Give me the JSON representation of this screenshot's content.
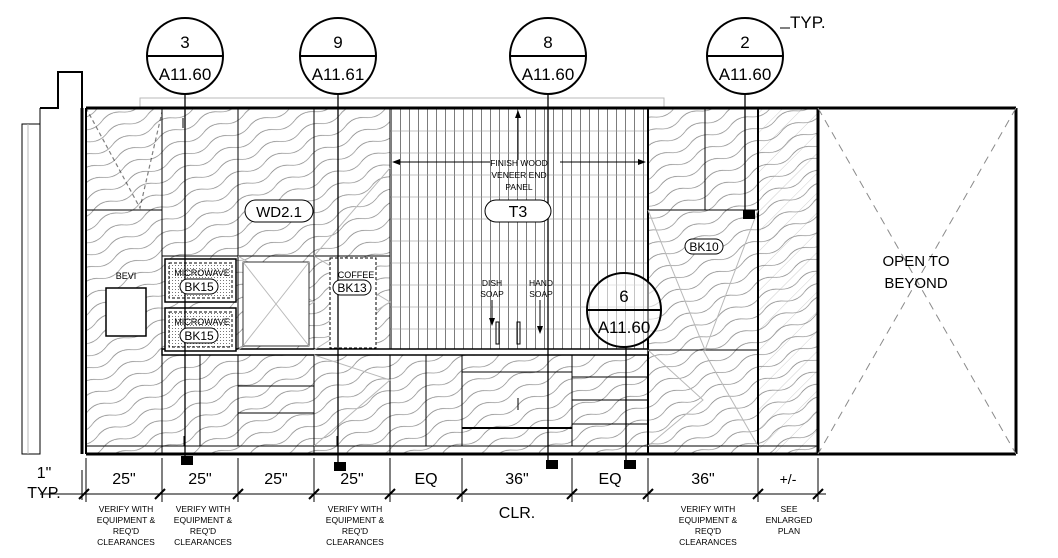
{
  "note_typ_top": "TYP.",
  "section_marks": [
    {
      "num": "3",
      "sheet": "A11.60"
    },
    {
      "num": "9",
      "sheet": "A11.61"
    },
    {
      "num": "8",
      "sheet": "A11.60"
    },
    {
      "num": "2",
      "sheet": "A11.60"
    },
    {
      "num": "6",
      "sheet": "A11.60"
    }
  ],
  "tags": {
    "wd": "WD2.1",
    "t3": "T3",
    "bk10": "BK10",
    "bk15_upper": "BK15",
    "bk15_lower": "BK15",
    "bk13": "BK13"
  },
  "labels": {
    "bevi": "BEVI",
    "microwave_upper": "MICROWAVE",
    "microwave_lower": "MICROWAVE",
    "coffee": "COFFEE",
    "finish_line1": "FINISH WOOD",
    "finish_line2": "VENEER END",
    "finish_line3": "PANEL",
    "dish1": "DISH",
    "dish2": "SOAP",
    "hand1": "HAND",
    "hand2": "SOAP",
    "open1": "OPEN TO",
    "open2": "BEYOND"
  },
  "dimensions": {
    "d1_a": "1\"",
    "d1_b": "TYP.",
    "d2": "25\"",
    "d3": "25\"",
    "d4": "25\"",
    "d5": "25\"",
    "d6": "EQ",
    "d7": "36\"",
    "d8": "EQ",
    "d9": "36\"",
    "d10": "+/-",
    "clr": "CLR."
  },
  "notes": {
    "verify1": [
      "VERIFY WITH",
      "EQUIPMENT &",
      "REQ'D",
      "CLEARANCES"
    ],
    "verify2": [
      "VERIFY WITH",
      "EQUIPMENT &",
      "REQ'D",
      "CLEARANCES"
    ],
    "verify3": [
      "VERIFY WITH",
      "EQUIPMENT &",
      "REQ'D",
      "CLEARANCES"
    ],
    "verify4": [
      "VERIFY WITH",
      "EQUIPMENT &",
      "REQ'D",
      "CLEARANCES"
    ],
    "see": [
      "SEE",
      "ENLARGED",
      "PLAN"
    ]
  }
}
